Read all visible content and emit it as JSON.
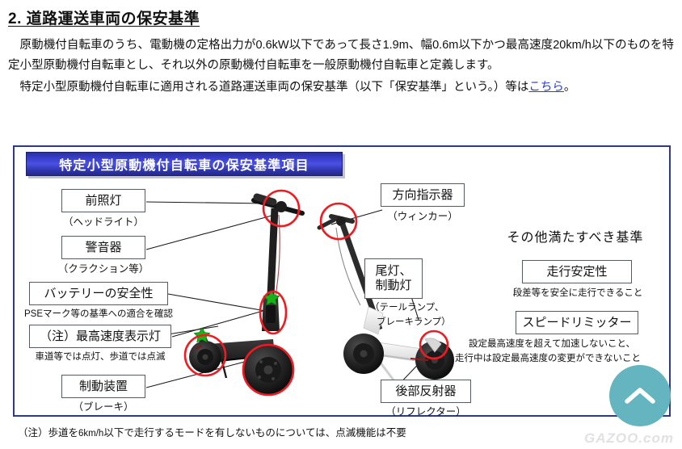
{
  "article": {
    "title": "2. 道路運送車両の保安基準",
    "paragraph_1": "原動機付自転車のうち、電動機の定格出力が0.6kW以下であって長さ1.9m、幅0.6m以下かつ最高速度20km/h以下のものを特定小型原動機付自転車とし、それ以外の原動機付自転車を一般原動機付自転車と定義します。",
    "paragraph_2_before_link": "特定小型原動機付自転車に適用される道路運送車両の保安基準（以下「保安基準」という。）等は",
    "link_text": "こちら",
    "paragraph_2_after_link": "。"
  },
  "figure": {
    "title": "特定小型原動機付自転車の保安基準項目",
    "labels": {
      "headlight": {
        "name": "前照灯",
        "note": "（ヘッドライト）"
      },
      "horn": {
        "name": "警音器",
        "note": "（クラクション等）"
      },
      "battery": {
        "name": "バッテリーの安全性",
        "note": "PSEマーク等の基準への適合を確認"
      },
      "max_speed_lamp": {
        "name": "（注）最高速度表示灯",
        "note": "車道等では点灯、歩道では点滅"
      },
      "brake": {
        "name": "制動装置",
        "note": "（ブレーキ）"
      },
      "turn_signal": {
        "name": "方向指示器",
        "note": "（ウィンカー）"
      },
      "tail_brake_lamp": {
        "name_line1": "尾灯、",
        "name_line2": "制動灯",
        "note_line1": "（テールランプ、",
        "note_line2": "ブレーキランプ）"
      },
      "rear_reflector": {
        "name": "後部反射器",
        "note": "（リフレクター）"
      }
    },
    "other_criteria": {
      "heading": "その他満たすべき基準",
      "items": [
        {
          "name": "走行安定性",
          "note_line1": "段差等を安全に走行できること",
          "note_line2": ""
        },
        {
          "name": "スピードリミッター",
          "note_line1": "設定最高速度を超えて加速しないこと、",
          "note_line2": "走行中は設定最高速度の変更ができないこと"
        }
      ]
    }
  },
  "footnote": {
    "prefix": "（注）歩道を",
    "unit": "6km/h",
    "rest": "以下で走行するモードを有しないものについては、点滅機能は不要"
  },
  "fab": {
    "icon": "chevron-up-icon"
  },
  "watermark": {
    "text": "GAZOO.com"
  },
  "colors": {
    "title_bar_blue": "#3a3fd0",
    "panel_border": "#2b3a8f",
    "link_blue": "#2a3fcf",
    "fab_teal": "#65b5c0",
    "highlight_red": "#ee1c22",
    "marker_green": "#19b319"
  }
}
